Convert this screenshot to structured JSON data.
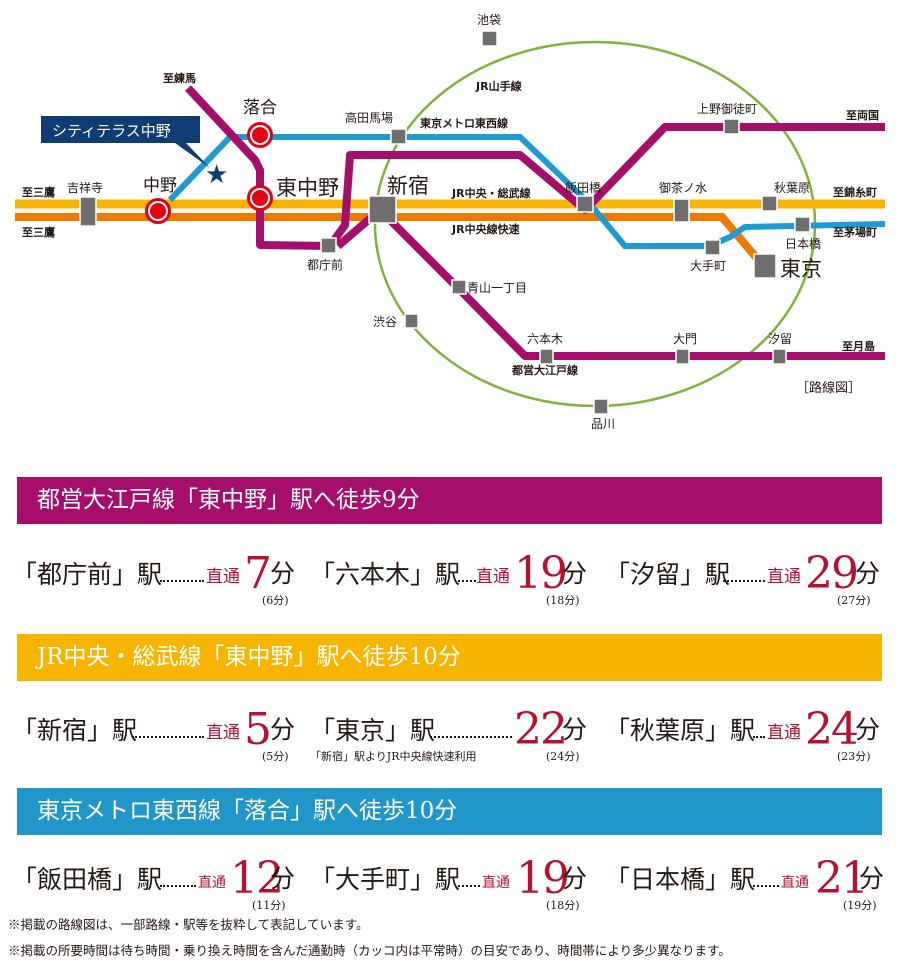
{
  "map": {
    "property_label": "シティテラス中野",
    "caption": "［路線図］",
    "line_labels": {
      "yamanote": "JR山手線",
      "tozai": "東京メトロ東西線",
      "chuo_sobu": "JR中央・総武線",
      "chuo_rapid": "JR中央線快速",
      "oedo": "都営大江戸線"
    },
    "directions": {
      "nerima": "至練馬",
      "mitaka_1": "至三鷹",
      "mitaka_2": "至三鷹",
      "ryogoku": "至両国",
      "kinshicho": "至錦糸町",
      "kayabacho": "至茅場町",
      "tsukishima": "至月島"
    },
    "stations": {
      "ikebukuro": "池袋",
      "takadanobaba": "高田馬場",
      "ochiai": "落合",
      "nakano": "中野",
      "higashinakano": "東中野",
      "kichijoji": "吉祥寺",
      "shinjuku": "新宿",
      "tochomae": "都庁前",
      "iidabashi": "飯田橋",
      "uenookachimachi": "上野御徒町",
      "ochanomizu": "御茶ノ水",
      "akihabara": "秋葉原",
      "nihonbashi": "日本橋",
      "otemachi": "大手町",
      "tokyo": "東京",
      "aoyamaitchome": "青山一丁目",
      "shibuya": "渋谷",
      "roppongi": "六本木",
      "daimon": "大門",
      "shiodome": "汐留",
      "shinagawa": "品川"
    },
    "colors": {
      "oedo": "#a50f6b",
      "tozai": "#1e9bd2",
      "chuo_sobu": "#f7b500",
      "chuo_rapid": "#ee7b00",
      "yamanote": "#7fb23a",
      "station": "#6e6e6e",
      "home_station": "#e50012",
      "property": "#0f3c73"
    }
  },
  "sections": [
    {
      "title": "都営大江戸線「東中野」駅へ徒歩9分",
      "color": "#a50f6b",
      "destinations": [
        {
          "station": "「都庁前」駅",
          "direct": "直通",
          "minutes": "7",
          "unit": "分",
          "normal": "(6分)"
        },
        {
          "station": "「六本木」駅",
          "direct": "直通",
          "minutes": "19",
          "unit": "分",
          "normal": "(18分)"
        },
        {
          "station": "「汐留」駅",
          "direct": "直通",
          "minutes": "29",
          "unit": "分",
          "normal": "(27分)"
        }
      ]
    },
    {
      "title": "JR中央・総武線「東中野」駅へ徒歩10分",
      "color": "#f7b500",
      "destinations": [
        {
          "station": "「新宿」駅",
          "direct": "直通",
          "minutes": "5",
          "unit": "分",
          "normal": "(5分)"
        },
        {
          "station": "「東京」駅",
          "direct": "",
          "minutes": "22",
          "unit": "分",
          "normal": "(24分)",
          "sub": "「新宿」駅よりJR中央線快速利用"
        },
        {
          "station": "「秋葉原」駅",
          "direct": "直通",
          "minutes": "24",
          "unit": "分",
          "normal": "(23分)"
        }
      ]
    },
    {
      "title": "東京メトロ東西線「落合」駅へ徒歩10分",
      "color": "#2196c9",
      "destinations": [
        {
          "station": "「飯田橋」駅",
          "direct": "直通",
          "minutes": "12",
          "unit": "分",
          "normal": "(11分)"
        },
        {
          "station": "「大手町」駅",
          "direct": "直通",
          "minutes": "19",
          "unit": "分",
          "normal": "(18分)"
        },
        {
          "station": "「日本橋」駅",
          "direct": "直通",
          "minutes": "21",
          "unit": "分",
          "normal": "(19分)"
        }
      ]
    }
  ],
  "notes": [
    "※掲載の路線図は、一部路線・駅等を抜粋して表記しています。",
    "※掲載の所要時間は待ち時間・乗り換え時間を含んだ通勤時（カッコ内は平常時）の目安であり、時間帯により多少異なります。"
  ]
}
